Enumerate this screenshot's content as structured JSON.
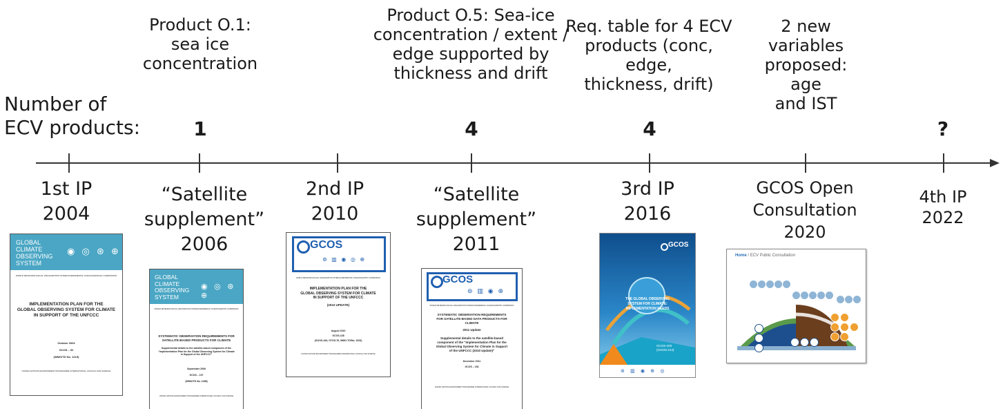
{
  "header": {
    "count_label": "Number of\nECV products:"
  },
  "notes": [
    {
      "id": "o1",
      "text": "Product O.1:\nsea ice\nconcentration"
    },
    {
      "id": "o5",
      "text": "Product O.5: Sea-ice\nconcentration / extent /\nedge supported by\nthickness and drift"
    },
    {
      "id": "req",
      "text": "Req. table for 4 ECV\nproducts (conc, edge,\nthickness, drift)"
    },
    {
      "id": "new",
      "text": "2 new\nvariables\nproposed: age\nand IST"
    }
  ],
  "counts": [
    "1",
    "4",
    "4",
    "?"
  ],
  "milestones": [
    {
      "id": "ip1",
      "label": "1st IP\n2004"
    },
    {
      "id": "ss2006",
      "label": "“Satellite\nsupplement”\n2006"
    },
    {
      "id": "ip2",
      "label": "2nd IP\n2010"
    },
    {
      "id": "ss2011",
      "label": "“Satellite\nsupplement”\n2011"
    },
    {
      "id": "ip3",
      "label": "3rd IP\n2016"
    },
    {
      "id": "gcos2020",
      "label": "GCOS Open\nConsultation\n2020"
    },
    {
      "id": "ip4",
      "label": "4th IP\n2022"
    }
  ],
  "docs": {
    "ip1": {
      "banner": "GLOBAL\nCLIMATE\nOBSERVING\nSYSTEM",
      "orgs_top": "WORLD METEOROLOGICAL ORGANIZATION      INTERGOVERNMENTAL OCEANOGRAPHIC COMMISSION",
      "title": "IMPLEMENTATION PLAN FOR THE\nGLOBAL OBSERVING SYSTEM FOR CLIMATE\nIN SUPPORT OF THE UNFCCC",
      "date": "October 2004",
      "code": "GCOS – 92",
      "ref": "(WMO/TD No. 1219)",
      "orgs_bottom": "UNITED NATIONS ENVIRONMENT PROGRAMME      INTERNATIONAL COUNCIL FOR SCIENCE"
    },
    "ss2006": {
      "banner": "GLOBAL\nCLIMATE\nOBSERVING\nSYSTEM",
      "orgs_top": "WORLD METEOROLOGICAL ORGANIZATION      INTERGOVERNMENTAL OCEANOGRAPHIC COMMISSION",
      "title": "SYSTEMATIC OBSERVATION REQUIREMENTS FOR\nSATELLITE-BASED PRODUCTS FOR CLIMATE",
      "sub": "Supplemental details to the satellite-based component of the\n“Implementation Plan for the Global Observing System for Climate\nin Support of the UNFCCC”",
      "date": "September 2006",
      "code": "GCOS – 107",
      "ref": "(WMO/TD No. 1338)",
      "orgs_bottom": "UNITED NATIONS ENVIRONMENT PROGRAMME      INTERNATIONAL COUNCIL FOR SCIENCE"
    },
    "ip2": {
      "logo": "GCOS",
      "orgs_top": "WORLD METEOROLOGICAL ORGANIZATION      INTERGOVERNMENTAL OCEANOGRAPHIC COMMISSION",
      "title": "IMPLEMENTATION PLAN FOR THE\nGLOBAL OBSERVING SYSTEM FOR CLIMATE\nIN SUPPORT OF THE UNFCCC",
      "edition": "(2010 UPDATE)",
      "date": "August 2010",
      "code": "GCOS-138",
      "ref": "(GOOS-184, GTOS-76, WMO-TD/No. 1523)",
      "orgs_bottom": "UNITED NATIONS ENVIRONMENT PROGRAMME      INTERNATIONAL COUNCIL FOR SCIENCE"
    },
    "ss2011": {
      "logo": "GCOS",
      "orgs_top": "WORLD METEOROLOGICAL ORGANIZATION      INTERGOVERNMENTAL OCEANOGRAPHIC COMMISSION",
      "title": "SYSTEMATIC OBSERVATION REQUIREMENTS\nFOR SATELLITE-BASED DATA PRODUCTS FOR\nCLIMATE",
      "edition": "2011 Update",
      "sub": "Supplemental details to the satellite-based\ncomponent of the “Implementation Plan for the\nGlobal Observing System for Climate in Support\nof the UNFCCC (2010 Update)”",
      "date": "December 2011",
      "code": "GCOS – 154",
      "orgs_bottom": "UNITED NATIONS ENVIRONMENT PROGRAMME      INTERNATIONAL COUNCIL FOR SCIENCE"
    },
    "ip3": {
      "logo": "GCOS",
      "title": "THE GLOBAL OBSERVING\nSYSTEM FOR CLIMATE:\nIMPLEMENTATION NEEDS",
      "code": "GCOS-200\n(GOOS-214)"
    },
    "gcos2020": {
      "breadcrumb_home": "Home",
      "breadcrumb_sep": "/",
      "breadcrumb_page": "ECV Public Consultation"
    }
  },
  "colors": {
    "line": "#333333",
    "gcos_blue": "#1f5fb0",
    "banner_teal": "#4aa6c4",
    "poster_sky": "#1e6fb3"
  }
}
